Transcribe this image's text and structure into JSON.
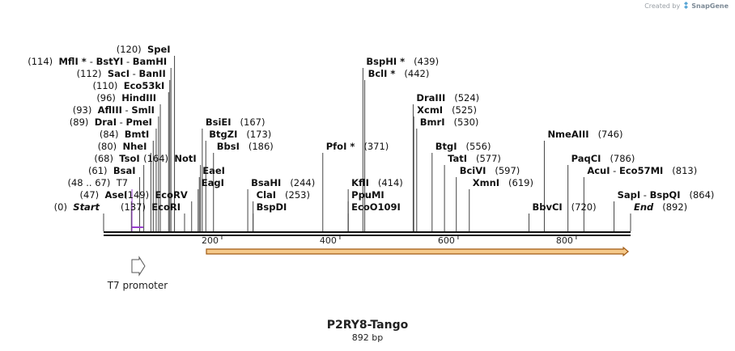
{
  "credit": {
    "prefix": "Created by",
    "brand": "SnapGene"
  },
  "title": "P2RY8-Tango",
  "length_label": "892 bp",
  "sequence_length": 892,
  "ticks": [
    {
      "pos": 200,
      "label": "200"
    },
    {
      "pos": 400,
      "label": "400"
    },
    {
      "pos": 600,
      "label": "600"
    },
    {
      "pos": 800,
      "label": "800"
    }
  ],
  "colors": {
    "backbone": "#111111",
    "orf_fill": "#f5c98a",
    "orf_stroke": "#a05a14",
    "primer": "#9a3fd0",
    "promoter_stroke": "#555555",
    "leader": "#444444"
  },
  "sites": [
    {
      "id": "start",
      "pos": 0,
      "pos_label": "(0)",
      "name_parts": [
        {
          "text": "Start",
          "italic": true
        }
      ],
      "side": "left",
      "row": 0
    },
    {
      "id": "asei",
      "pos": 47,
      "pos_label": "(47)",
      "name_parts": [
        {
          "text": "AseI"
        }
      ],
      "side": "left",
      "row": 1
    },
    {
      "id": "t7",
      "pos": 48,
      "pos_label": "(48 .. 67)",
      "name_parts": [
        {
          "text": "T7"
        }
      ],
      "side": "left",
      "row": 2,
      "color": "#9a3fd0",
      "plain": true
    },
    {
      "id": "bsai",
      "pos": 61,
      "pos_label": "(61)",
      "name_parts": [
        {
          "text": "BsaI"
        }
      ],
      "side": "left",
      "row": 3
    },
    {
      "id": "tsoi",
      "pos": 68,
      "pos_label": "(68)",
      "name_parts": [
        {
          "text": "TsoI"
        }
      ],
      "side": "left",
      "row": 4
    },
    {
      "id": "nhei",
      "pos": 80,
      "pos_label": "(80)",
      "name_parts": [
        {
          "text": "NheI"
        }
      ],
      "side": "left",
      "row": 5
    },
    {
      "id": "bmti",
      "pos": 84,
      "pos_label": "(84)",
      "name_parts": [
        {
          "text": "BmtI"
        }
      ],
      "side": "left",
      "row": 6
    },
    {
      "id": "drai",
      "pos": 89,
      "pos_label": "(89)",
      "name_parts": [
        {
          "text": "DraI"
        },
        {
          "text": " - ",
          "plain": true
        },
        {
          "text": "PmeI"
        }
      ],
      "side": "left",
      "row": 7
    },
    {
      "id": "afliii",
      "pos": 93,
      "pos_label": "(93)",
      "name_parts": [
        {
          "text": "AflIII"
        },
        {
          "text": " - ",
          "plain": true
        },
        {
          "text": "SmlI"
        }
      ],
      "side": "left",
      "row": 8
    },
    {
      "id": "hindiii",
      "pos": 96,
      "pos_label": "(96)",
      "name_parts": [
        {
          "text": "HindIII"
        }
      ],
      "side": "left",
      "row": 9
    },
    {
      "id": "eco53ki",
      "pos": 110,
      "pos_label": "(110)",
      "name_parts": [
        {
          "text": "Eco53kI"
        }
      ],
      "side": "left",
      "row": 10
    },
    {
      "id": "saci",
      "pos": 112,
      "pos_label": "(112)",
      "name_parts": [
        {
          "text": "SacI"
        },
        {
          "text": " - ",
          "plain": true
        },
        {
          "text": "BanII"
        }
      ],
      "side": "left",
      "row": 11
    },
    {
      "id": "mfli",
      "pos": 114,
      "pos_label": "(114)",
      "name_parts": [
        {
          "text": "MflI"
        },
        {
          "text": " * ",
          "plain": false
        },
        {
          "text": "- ",
          "plain": true
        },
        {
          "text": "BstYI"
        },
        {
          "text": " - ",
          "plain": true
        },
        {
          "text": "BamHI"
        }
      ],
      "side": "left",
      "row": 12
    },
    {
      "id": "spei",
      "pos": 120,
      "pos_label": "(120)",
      "name_parts": [
        {
          "text": "SpeI"
        }
      ],
      "side": "left",
      "row": 13
    },
    {
      "id": "ecori",
      "pos": 137,
      "pos_label": "(137)",
      "name_parts": [
        {
          "text": "EcoRI"
        }
      ],
      "side": "left",
      "row": 0
    },
    {
      "id": "ecorv",
      "pos": 149,
      "pos_label": "(149)",
      "name_parts": [
        {
          "text": "EcoRV"
        }
      ],
      "side": "left",
      "row": 1
    },
    {
      "id": "eagi",
      "pos": 160,
      "pos_label": "",
      "name_parts": [
        {
          "text": "EagI"
        }
      ],
      "side": "right",
      "row": 2
    },
    {
      "id": "eaei",
      "pos": 162,
      "pos_label": "",
      "name_parts": [
        {
          "text": "EaeI"
        }
      ],
      "side": "right",
      "row": 3
    },
    {
      "id": "noti",
      "pos": 164,
      "pos_label": "(164)",
      "name_parts": [
        {
          "text": "NotI"
        }
      ],
      "side": "left",
      "row": 4
    },
    {
      "id": "bbsi",
      "pos": 186,
      "pos_label": "(186)",
      "name_parts": [
        {
          "text": "BbsI"
        }
      ],
      "side": "right",
      "row": 5
    },
    {
      "id": "btgzi",
      "pos": 173,
      "pos_label": "(173)",
      "name_parts": [
        {
          "text": "BtgZI"
        }
      ],
      "side": "right",
      "row": 6
    },
    {
      "id": "bsiei",
      "pos": 167,
      "pos_label": "(167)",
      "name_parts": [
        {
          "text": "BsiEI"
        }
      ],
      "side": "right",
      "row": 7
    },
    {
      "id": "bspdi",
      "pos": 253,
      "pos_label": "",
      "name_parts": [
        {
          "text": "BspDI"
        }
      ],
      "side": "right",
      "row": 0
    },
    {
      "id": "clai",
      "pos": 253,
      "pos_label": "(253)",
      "name_parts": [
        {
          "text": "ClaI"
        }
      ],
      "side": "right",
      "row": 1
    },
    {
      "id": "bsahi",
      "pos": 244,
      "pos_label": "(244)",
      "name_parts": [
        {
          "text": "BsaHI"
        }
      ],
      "side": "right",
      "row": 2
    },
    {
      "id": "pfoi",
      "pos": 371,
      "pos_label": "(371)",
      "name_parts": [
        {
          "text": "PfoI"
        },
        {
          "text": " *",
          "plain": false
        }
      ],
      "side": "right",
      "row": 5
    },
    {
      "id": "ecoo109i",
      "pos": 414,
      "pos_label": "",
      "name_parts": [
        {
          "text": "EcoO109I"
        }
      ],
      "side": "right",
      "row": 0
    },
    {
      "id": "ppumi",
      "pos": 414,
      "pos_label": "",
      "name_parts": [
        {
          "text": "PpuMI"
        }
      ],
      "side": "right",
      "row": 1
    },
    {
      "id": "kfli",
      "pos": 414,
      "pos_label": "(414)",
      "name_parts": [
        {
          "text": "KflI"
        }
      ],
      "side": "right",
      "row": 2
    },
    {
      "id": "bcli",
      "pos": 442,
      "pos_label": "(442)",
      "name_parts": [
        {
          "text": "BclI"
        },
        {
          "text": " *",
          "plain": false
        }
      ],
      "side": "right",
      "row": 11
    },
    {
      "id": "bsphi",
      "pos": 439,
      "pos_label": "(439)",
      "name_parts": [
        {
          "text": "BspHI"
        },
        {
          "text": " *",
          "plain": false
        }
      ],
      "side": "right",
      "row": 12
    },
    {
      "id": "btgi",
      "pos": 556,
      "pos_label": "(556)",
      "name_parts": [
        {
          "text": "BtgI"
        }
      ],
      "side": "right",
      "row": 5
    },
    {
      "id": "bmri",
      "pos": 530,
      "pos_label": "(530)",
      "name_parts": [
        {
          "text": "BmrI"
        }
      ],
      "side": "right",
      "row": 7
    },
    {
      "id": "xcmi",
      "pos": 525,
      "pos_label": "(525)",
      "name_parts": [
        {
          "text": "XcmI"
        }
      ],
      "side": "right",
      "row": 8
    },
    {
      "id": "draiii",
      "pos": 524,
      "pos_label": "(524)",
      "name_parts": [
        {
          "text": "DraIII"
        }
      ],
      "side": "right",
      "row": 9
    },
    {
      "id": "xmni",
      "pos": 619,
      "pos_label": "(619)",
      "name_parts": [
        {
          "text": "XmnI"
        }
      ],
      "side": "right",
      "row": 2
    },
    {
      "id": "bcivi",
      "pos": 597,
      "pos_label": "(597)",
      "name_parts": [
        {
          "text": "BciVI"
        }
      ],
      "side": "right",
      "row": 3
    },
    {
      "id": "tati",
      "pos": 577,
      "pos_label": "(577)",
      "name_parts": [
        {
          "text": "TatI"
        }
      ],
      "side": "right",
      "row": 4
    },
    {
      "id": "bbvci",
      "pos": 720,
      "pos_label": "(720)",
      "name_parts": [
        {
          "text": "BbvCI"
        }
      ],
      "side": "right",
      "row": 0
    },
    {
      "id": "nmeaiii",
      "pos": 746,
      "pos_label": "(746)",
      "name_parts": [
        {
          "text": "NmeAIII"
        }
      ],
      "side": "right",
      "row": 6
    },
    {
      "id": "paqci",
      "pos": 786,
      "pos_label": "(786)",
      "name_parts": [
        {
          "text": "PaqCI"
        }
      ],
      "side": "right",
      "row": 4
    },
    {
      "id": "acui",
      "pos": 813,
      "pos_label": "(813)",
      "name_parts": [
        {
          "text": "AcuI"
        },
        {
          "text": " - ",
          "plain": true
        },
        {
          "text": "Eco57MI"
        }
      ],
      "side": "right",
      "row": 3
    },
    {
      "id": "sapi",
      "pos": 864,
      "pos_label": "(864)",
      "name_parts": [
        {
          "text": "SapI"
        },
        {
          "text": " - ",
          "plain": true
        },
        {
          "text": "BspQI"
        }
      ],
      "side": "right",
      "row": 1
    },
    {
      "id": "end",
      "pos": 892,
      "pos_label": "(892)",
      "name_parts": [
        {
          "text": "End",
          "italic": true
        }
      ],
      "side": "right",
      "row": 0
    }
  ],
  "features": [
    {
      "id": "t7-promoter",
      "label": "T7 promoter",
      "start": 48,
      "end": 67,
      "kind": "promoter"
    },
    {
      "id": "orf",
      "label": "",
      "start": 174,
      "end": 888,
      "kind": "orf"
    }
  ]
}
